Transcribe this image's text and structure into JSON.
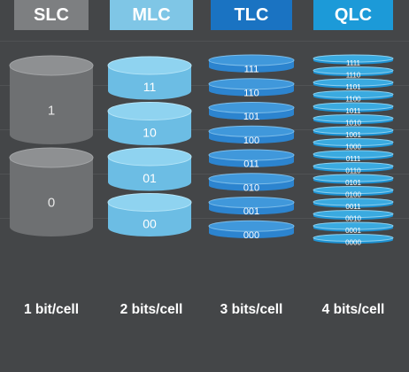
{
  "columns": [
    {
      "id": "slc",
      "label": "SLC",
      "caption": "1 bit/cell",
      "colors": {
        "box": "#7d7f81",
        "side": "#6e7072",
        "top": "#8e9092",
        "rim": "#a2a4a6",
        "text": "#e8e8e8"
      },
      "cells": [
        "1",
        "0"
      ]
    },
    {
      "id": "mlc",
      "label": "MLC",
      "caption": "2 bits/cell",
      "colors": {
        "box": "#7fc6e6",
        "side": "#6cbde4",
        "top": "#8fd3f0",
        "rim": "#b4e4f7",
        "text": "#ffffff"
      },
      "cells": [
        "11",
        "10",
        "01",
        "00"
      ]
    },
    {
      "id": "tlc",
      "label": "TLC",
      "caption": "3 bits/cell",
      "colors": {
        "box": "#1a73c2",
        "side": "#2c84cf",
        "top": "#4098db",
        "rim": "#7dbde9",
        "text": "#ffffff"
      },
      "cells": [
        "111",
        "110",
        "101",
        "100",
        "011",
        "010",
        "001",
        "000"
      ]
    },
    {
      "id": "qlc",
      "label": "QLC",
      "caption": "4 bits/cell",
      "colors": {
        "box": "#1c9ad8",
        "side": "#1d92d3",
        "top": "#3aaae0",
        "rim": "#8dd0ef",
        "text": "#ffffff"
      },
      "cells": [
        "1111",
        "1110",
        "1101",
        "1100",
        "1011",
        "1010",
        "1001",
        "1000",
        "0111",
        "0110",
        "0101",
        "0100",
        "0011",
        "0010",
        "0001",
        "0000"
      ]
    }
  ]
}
